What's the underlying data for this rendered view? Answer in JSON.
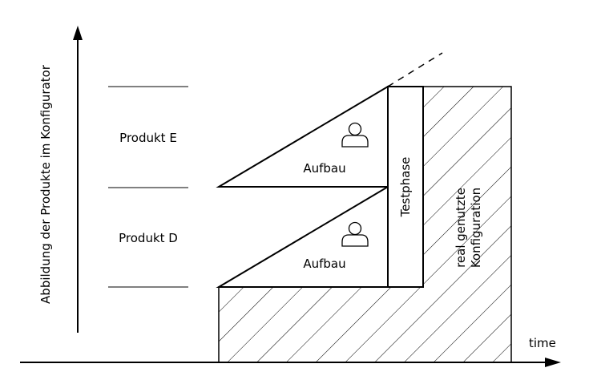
{
  "diagram": {
    "y_axis_label": "Abbildung der Produkte im Konfigurator",
    "x_axis_label": "time",
    "products": {
      "e": "Produkt E",
      "d": "Produkt D"
    },
    "phases": {
      "build_upper": "Aufbau",
      "build_lower": "Aufbau",
      "test": "Testphase",
      "real_config_line1": "real genutzte",
      "real_config_line2": "Konfiguration"
    },
    "icons": {
      "upper_person": "person-icon",
      "lower_person": "person-icon"
    },
    "colors": {
      "stroke": "#000000",
      "background": "#ffffff"
    }
  }
}
